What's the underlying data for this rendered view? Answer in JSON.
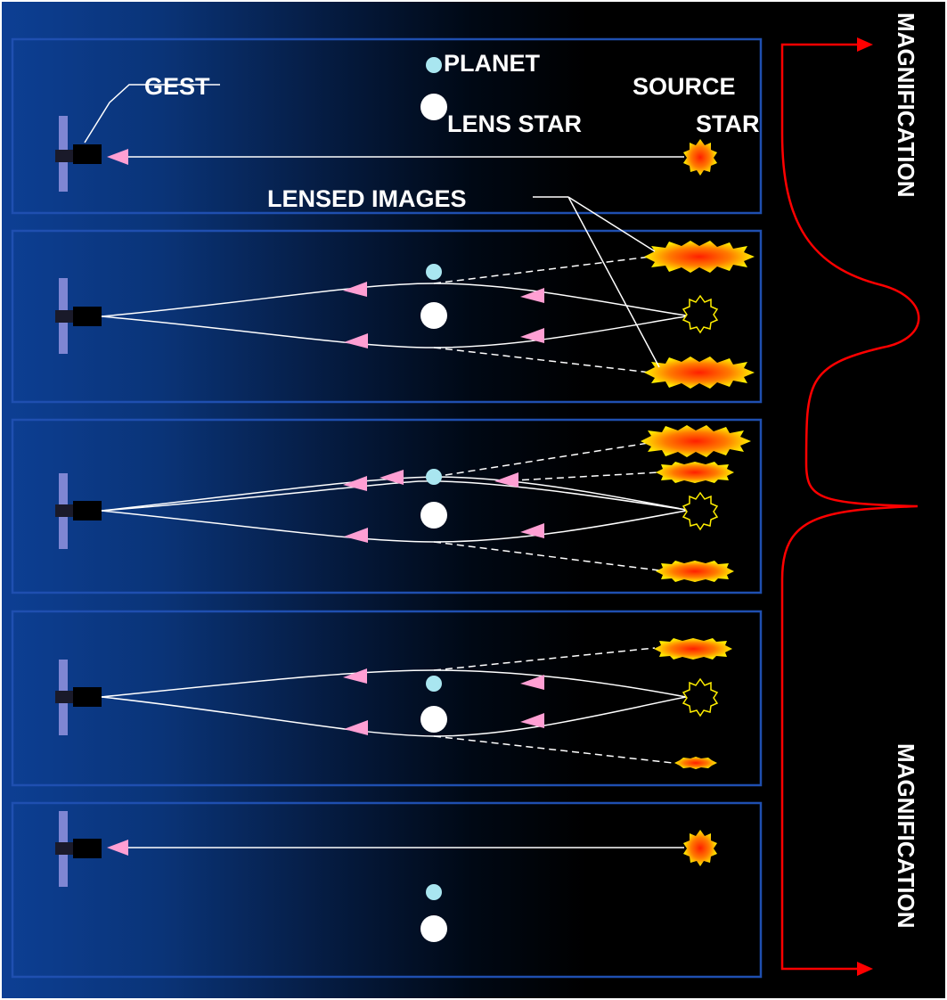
{
  "labels": {
    "gest": "GEST",
    "planet": "PLANET",
    "lens_star": "LENS STAR",
    "source_line1": "SOURCE",
    "source_line2": "STAR",
    "lensed_images": "LENSED IMAGES",
    "magnification_top": "MAGNIFICATION",
    "magnification_bottom": "MAGNIFICATION"
  },
  "colors": {
    "background_left": "#0d3f94",
    "background_right": "#000000",
    "panel_border": "#1f4fb0",
    "ray": "#ffffff",
    "arrow": "#ff9fd3",
    "planet": "#a9e6f0",
    "lens_star": "#ffffff",
    "star_core": "#ff1f00",
    "star_edge": "#ffee00",
    "magnification_curve": "#ff0000",
    "telescope_panel": "#7f86d3",
    "telescope_body": "#000000"
  },
  "panels": [
    {
      "stage": "before",
      "description": "single direct image"
    },
    {
      "stage": "lens-alignment",
      "image_count": 3
    },
    {
      "stage": "planet-perturbation",
      "image_count": 4
    },
    {
      "stage": "after-planet",
      "image_count": 3
    },
    {
      "stage": "after",
      "image_count": 1
    }
  ]
}
